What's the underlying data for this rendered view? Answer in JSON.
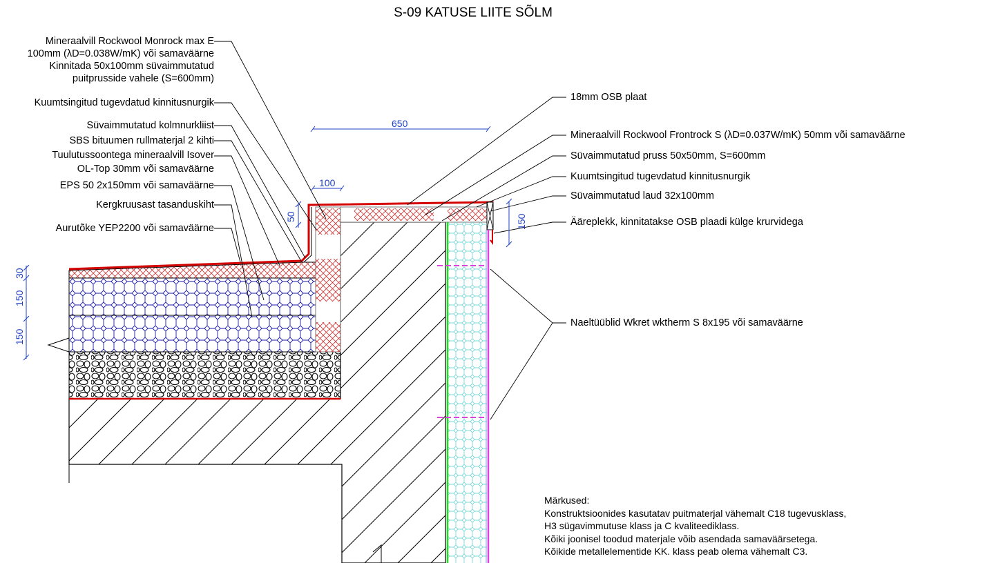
{
  "title": "S-09 KATUSE LIITE SÕLM",
  "left_labels": [
    {
      "lines": [
        "Mineraalvill Rockwool Monrock max E",
        "100mm (λD=0.038W/mK)  või samaväärne",
        "Kinnitada 50x100mm süvaimmutatud",
        "puitprusside vahele (S=600mm)"
      ]
    },
    {
      "lines": [
        "Kuumtsingitud tugevdatud kinnitusnurgik"
      ]
    },
    {
      "lines": [
        "Süvaimmutatud kolmnurkliist"
      ]
    },
    {
      "lines": [
        "SBS bituumen rullmaterjal 2 kihti"
      ]
    },
    {
      "lines": [
        "Tuulutussoontega mineraalvill Isover",
        "OL-Top 30mm või samaväärne"
      ]
    },
    {
      "lines": [
        "EPS 50 2x150mm või samaväärne"
      ]
    },
    {
      "lines": [
        "Kergkruusast tasanduskiht"
      ]
    },
    {
      "lines": [
        "Aurutõke YEP2200 või samaväärne"
      ]
    }
  ],
  "right_labels": [
    "18mm  OSB plaat",
    "Mineraalvill Rockwool Frontrock S (λD=0.037W/mK) 50mm või samaväärne",
    "Süvaimmutatud pruss 50x50mm, S=600mm",
    "Kuumtsingitud tugevdatud kinnitusnurgik",
    "Süvaimmutatud laud 32x100mm",
    "Ääreplekk, kinnitatakse OSB plaadi külge krurvidega",
    "Naeltüüblid Wkret wktherm S 8x195 või samaväärne"
  ],
  "dimensions": {
    "top": "650",
    "parapet": "100",
    "parapet_height": "50",
    "fascia": "150",
    "left_a": "30",
    "left_b": "150",
    "left_c": "150"
  },
  "notes": {
    "heading": "Märkused:",
    "lines": [
      "Konstruktsioonides kasutatav puitmaterjal vähemalt C18 tugevusklass,",
      "H3 sügavimmutuse klass ja C kvaliteediklass.",
      "Kõiki joonisel toodud materjale võib asendada samaväärsetega.",
      "Kõikide metallelementide KK. klass peab olema vähemalt C3."
    ]
  },
  "colors": {
    "membrane": "#d40000",
    "dimension": "#1d3fc4",
    "eps": "#1a1aa8",
    "wall_insulation": "#5fcfcf",
    "vapour": "#22dd22",
    "render": "#e040e0"
  }
}
